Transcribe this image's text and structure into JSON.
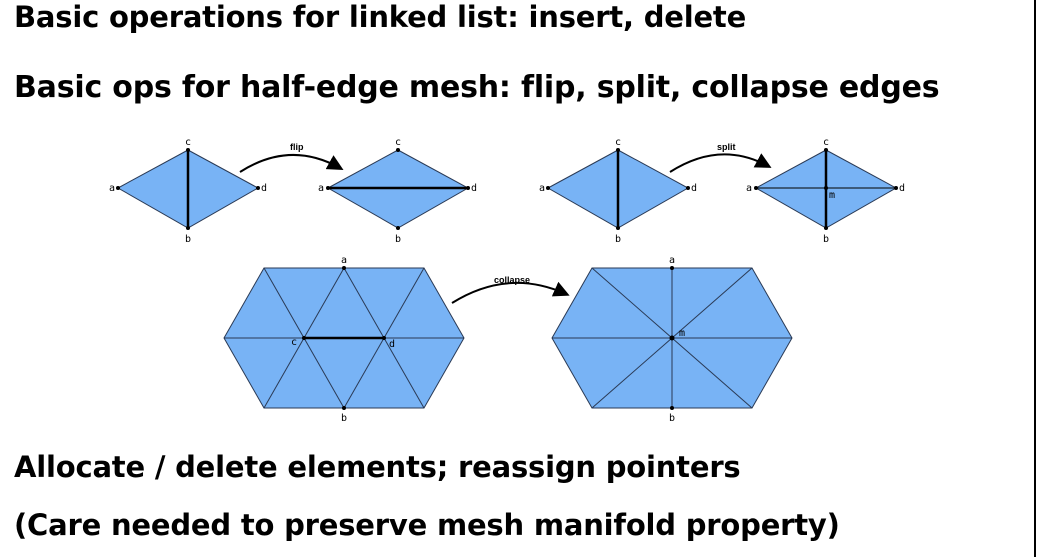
{
  "text": {
    "line1": "Basic operations for linked list: insert, delete",
    "line2": "Basic ops for half-edge mesh: flip, split, collapse edges",
    "line3": "Allocate / delete elements; reassign pointers",
    "line4": "(Care needed to preserve mesh manifold property)"
  },
  "ops": {
    "flip": "flip",
    "split": "split",
    "collapse": "collapse"
  },
  "labels": {
    "a": "a",
    "b": "b",
    "c": "c",
    "d": "d",
    "m": "m"
  },
  "colors": {
    "fill": "#78b3f5",
    "stroke": "#2a3a55",
    "edge": "#000000"
  }
}
